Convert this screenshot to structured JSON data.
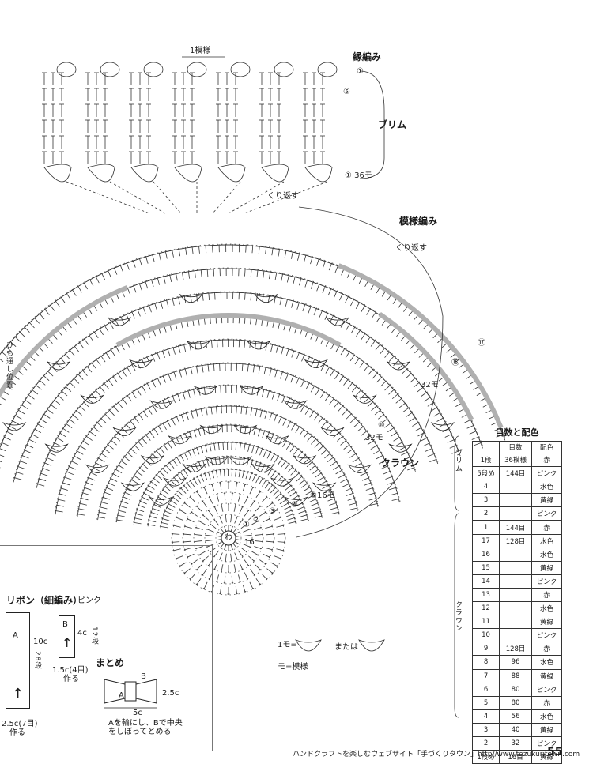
{
  "labels": {
    "edging": "縁編み",
    "brim": "ブリム",
    "pattern_st": "模様編み",
    "crown": "クラウン",
    "one_motif": "1模様",
    "turn_back": "くり返す",
    "string_position": "ひも通し位置",
    "brim_row1": "① 36モ",
    "brim_row5": "⑤",
    "brim_row1_top": "①",
    "r17": "⑰",
    "r15": "⑮",
    "r32a": "32モ",
    "r10": "⑩",
    "r32b": "32モ",
    "r5_16": "⑤16モ",
    "r4": "④",
    "r3": "③",
    "r2": "②",
    "r1": "①",
    "ring": "わ",
    "r16": "16",
    "mo_is": "1モ=",
    "or": "または",
    "mo_def": "モ=模様"
  },
  "table": {
    "title": "目数と配色",
    "headers": [
      "",
      "目数",
      "配色"
    ],
    "group_brim": "ブリム",
    "group_crown": "クラウン",
    "rows": [
      [
        "1段",
        "36模様",
        "赤"
      ],
      [
        "5段め",
        "144目",
        "ピンク"
      ],
      [
        "4",
        "",
        "水色"
      ],
      [
        "3",
        "",
        "黄緑"
      ],
      [
        "2",
        "",
        "ピンク"
      ],
      [
        "1",
        "144目",
        "赤"
      ],
      [
        "17",
        "128目",
        "水色"
      ],
      [
        "16",
        "",
        "水色"
      ],
      [
        "15",
        "",
        "黄緑"
      ],
      [
        "14",
        "",
        "ピンク"
      ],
      [
        "13",
        "",
        "赤"
      ],
      [
        "12",
        "",
        "水色"
      ],
      [
        "11",
        "",
        "黄緑"
      ],
      [
        "10",
        "",
        "ピンク"
      ],
      [
        "9",
        "128目",
        "赤"
      ],
      [
        "8",
        "96",
        "水色"
      ],
      [
        "7",
        "88",
        "黄緑"
      ],
      [
        "6",
        "80",
        "ピンク"
      ],
      [
        "5",
        "80",
        "赤"
      ],
      [
        "4",
        "56",
        "水色"
      ],
      [
        "3",
        "40",
        "黄緑"
      ],
      [
        "2",
        "32",
        "ピンク"
      ],
      [
        "1段め",
        "16目",
        "黄緑"
      ]
    ]
  },
  "ribbon": {
    "title": "リボン（細編み）",
    "color": "ピンク",
    "a": "A",
    "b": "B",
    "a_len": "10c",
    "a_rows": "28段",
    "a_width": "2.5c(7目)",
    "a_make": "作る",
    "b_len": "4c",
    "b_rows": "12段",
    "b_width": "1.5c(4目)",
    "b_make": "作る"
  },
  "finishing": {
    "title": "まとめ",
    "a": "A",
    "b": "B",
    "height": "2.5c",
    "width": "5c",
    "note1": "Aを輪にし、Bで中央",
    "note2": "をしぼってとめる"
  },
  "footer": {
    "text": "ハンドクラフトを楽しむウェブサイト「手づくりタウン」http//www.tezukuritown.com",
    "page": "55"
  }
}
